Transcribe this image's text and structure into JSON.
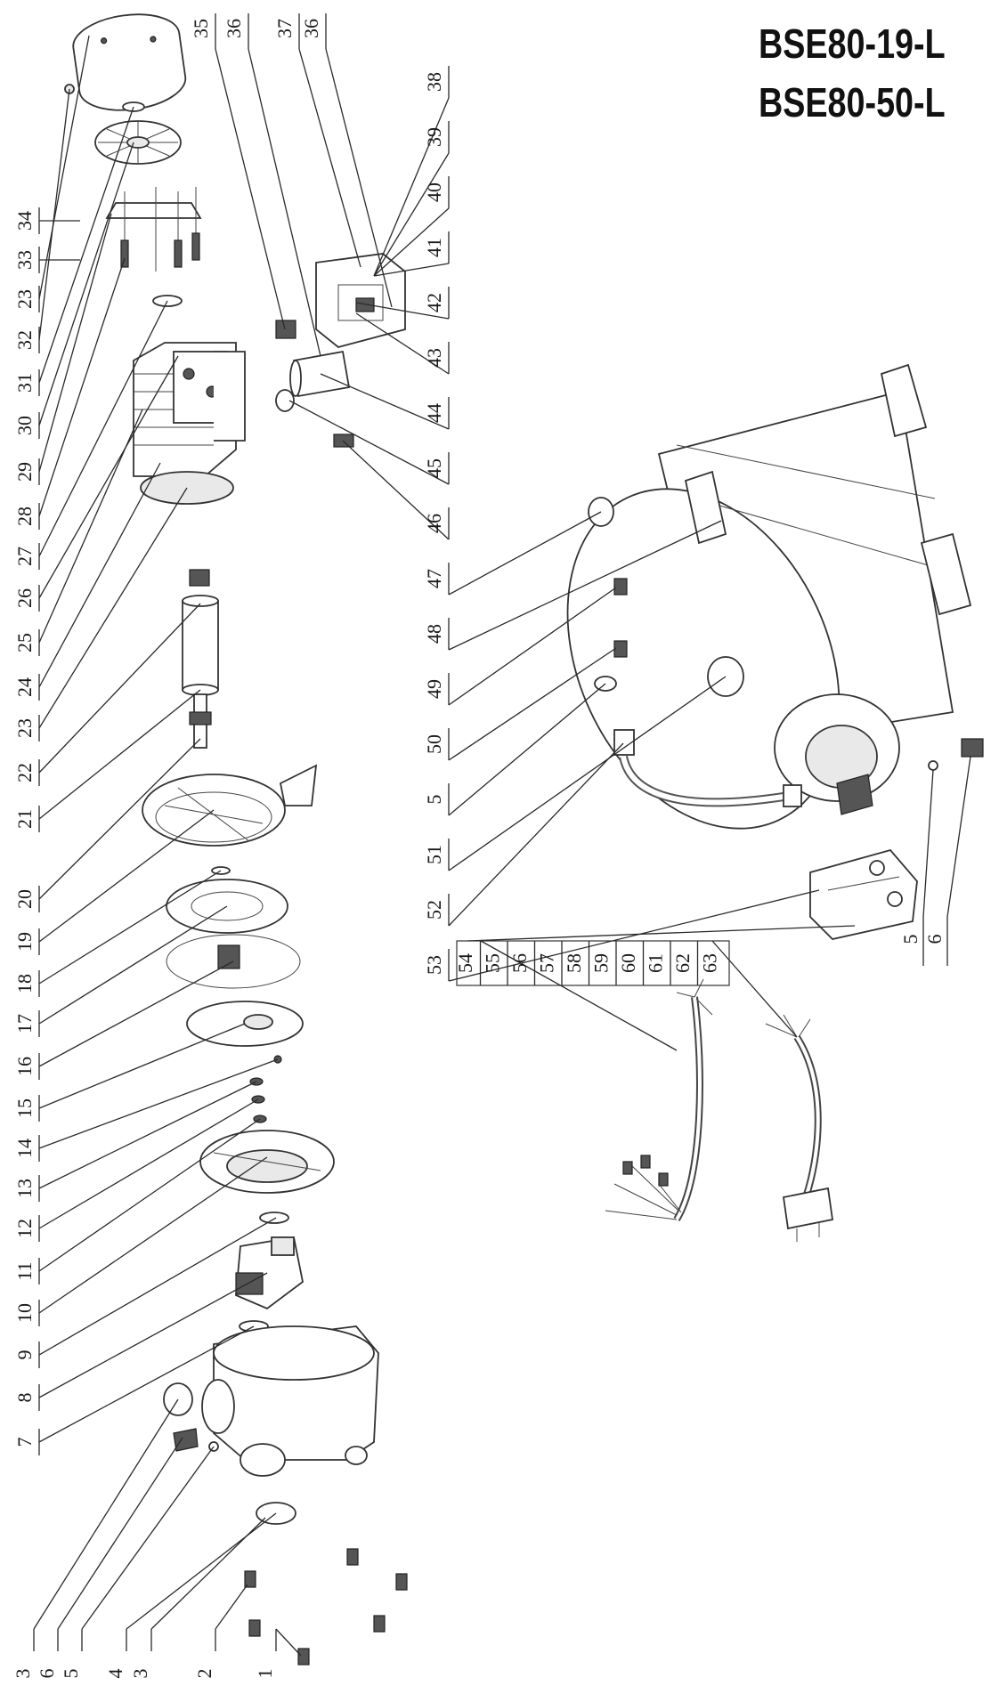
{
  "titles": [
    "BSE80-19-L",
    "BSE80-50-L"
  ],
  "left_column": [
    "3",
    "6",
    "5",
    "4",
    "3",
    "2",
    "1",
    "7",
    "8",
    "9",
    "10",
    "11",
    "12",
    "13",
    "14",
    "15",
    "16",
    "17",
    "18",
    "19",
    "20",
    "21",
    "22",
    "23",
    "24",
    "25",
    "26",
    "27",
    "28",
    "29",
    "30",
    "31",
    "32",
    "23",
    "33",
    "34"
  ],
  "upper_row": [
    "35",
    "36",
    "37",
    "36",
    "38",
    "39",
    "40",
    "41",
    "42",
    "43",
    "44",
    "45",
    "46",
    "47",
    "48",
    "49",
    "50",
    "5",
    "51",
    "52",
    "53"
  ],
  "boxed_row": [
    "54",
    "55",
    "56",
    "57",
    "58",
    "59",
    "60",
    "61",
    "62",
    "63"
  ],
  "right_pair": [
    "5",
    "6"
  ]
}
